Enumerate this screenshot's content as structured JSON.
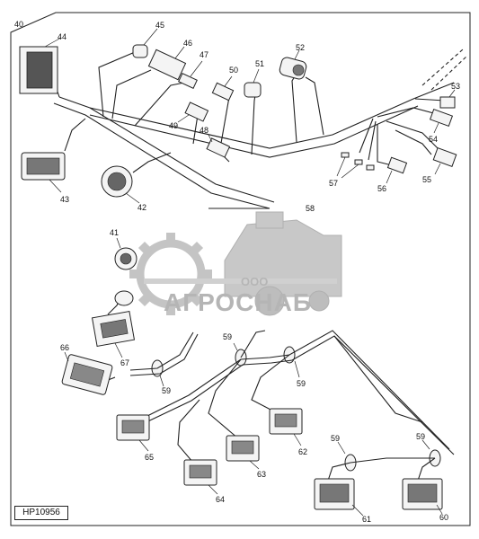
{
  "drawing_id": "HP10956",
  "watermark": {
    "prefix": "ООО",
    "name": "АГРОСНАБ"
  },
  "callouts": {
    "c40": "40",
    "c41": "41",
    "c42": "42",
    "c43": "43",
    "c44": "44",
    "c45": "45",
    "c46": "46",
    "c47": "47",
    "c48": "48",
    "c49": "49",
    "c50": "50",
    "c51": "51",
    "c52": "52",
    "c53": "53",
    "c54": "54",
    "c55": "55",
    "c56": "56",
    "c57": "57",
    "c58": "58",
    "c59a": "59",
    "c59b": "59",
    "c59c": "59",
    "c59d": "59",
    "c59e": "59",
    "c60": "60",
    "c61": "61",
    "c62": "62",
    "c63": "63",
    "c64": "64",
    "c65": "65",
    "c66": "66",
    "c67": "67"
  }
}
